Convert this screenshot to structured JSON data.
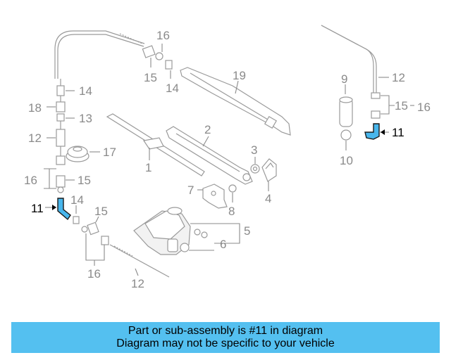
{
  "labels": {
    "l16a": "16",
    "l15a": "15",
    "l14a": "14",
    "l19": "19",
    "l9": "9",
    "l12a": "12",
    "l14b": "14",
    "l18": "18",
    "l13": "13",
    "l12b": "12",
    "l17": "17",
    "l1": "1",
    "l2": "2",
    "l3": "3",
    "l4": "4",
    "l16b": "16",
    "l15b": "15",
    "l7": "7",
    "l8": "8",
    "l11a": "11",
    "l14c": "14",
    "l15c": "15",
    "l5": "5",
    "l6": "6",
    "l16c": "16",
    "l12c": "12",
    "l15d": "15",
    "l16d": "16",
    "l11b": "11",
    "l10": "10"
  },
  "highlight": {
    "part_number": "11",
    "color": "#48b6ec"
  },
  "caption": {
    "line1": "Part or sub-assembly is #11 in diagram",
    "line2": "Diagram may not be specific to your vehicle",
    "background": "#54c0f0"
  }
}
